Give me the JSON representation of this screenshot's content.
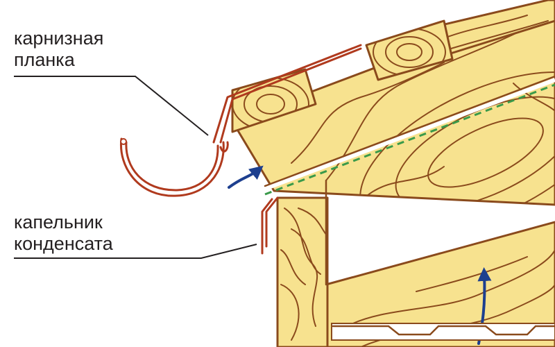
{
  "labels": {
    "eaves_strip": {
      "line1": "карнизная",
      "line2": "планка"
    },
    "drip_edge": {
      "line1": "капельник",
      "line2": "конденсата"
    }
  },
  "colors": {
    "wood_fill": "#f7e28f",
    "wood_stroke": "#8a4a1c",
    "metal": "#b03a1e",
    "airflow_arrow": "#1d3f8f",
    "membrane_dash": "#3a9a4a",
    "leader_line": "#231f20",
    "label_text": "#231f20"
  },
  "icons": {
    "airflow_arrow": "curved-arrow-icon",
    "gutter": "half-round-gutter-icon"
  }
}
